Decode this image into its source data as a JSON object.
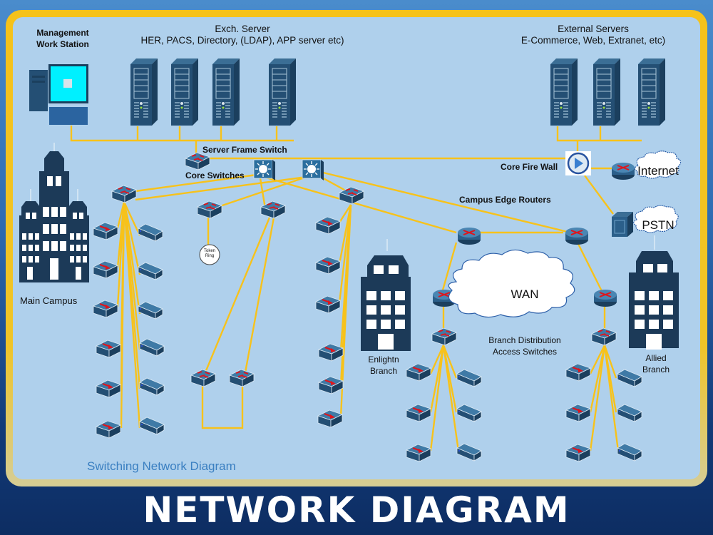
{
  "labels": {
    "management_ws": [
      "Management",
      "Work Station"
    ],
    "exch_server": [
      "Exch. Server",
      "HER, PACS, Directory, (LDAP), APP server etc)"
    ],
    "external_servers": [
      "External Servers",
      "E-Commerce, Web, Extranet, etc)"
    ],
    "server_frame_switch": "Server Frame Switch",
    "core_switches": "Core Switches",
    "core_firewall": "Core Fire Wall",
    "campus_edge_routers": "Campus Edge Routers",
    "internet": "Internet",
    "pstn": "PSTN",
    "wan": "WAN",
    "token_ring": [
      "Token",
      "Ring"
    ],
    "main_campus": "Main Campus",
    "enlightn_branch": [
      "Enlightn",
      "Branch"
    ],
    "allied_branch": [
      "Allied",
      "Branch"
    ],
    "branch_distribution": [
      "Branch Distribution",
      "Access Switches"
    ]
  },
  "caption": "Switching Network Diagram",
  "footer_title": "NETWORK DIAGRAM",
  "colors": {
    "link": "#f7c21b",
    "device": "#2b5f8a",
    "device_dark": "#1b3f5e",
    "building": "#1c3a58",
    "panel": "#afd0ec",
    "frame": "#f5c21a",
    "caption": "#3a7fc1",
    "monitor_screen": "#00f0ff"
  }
}
